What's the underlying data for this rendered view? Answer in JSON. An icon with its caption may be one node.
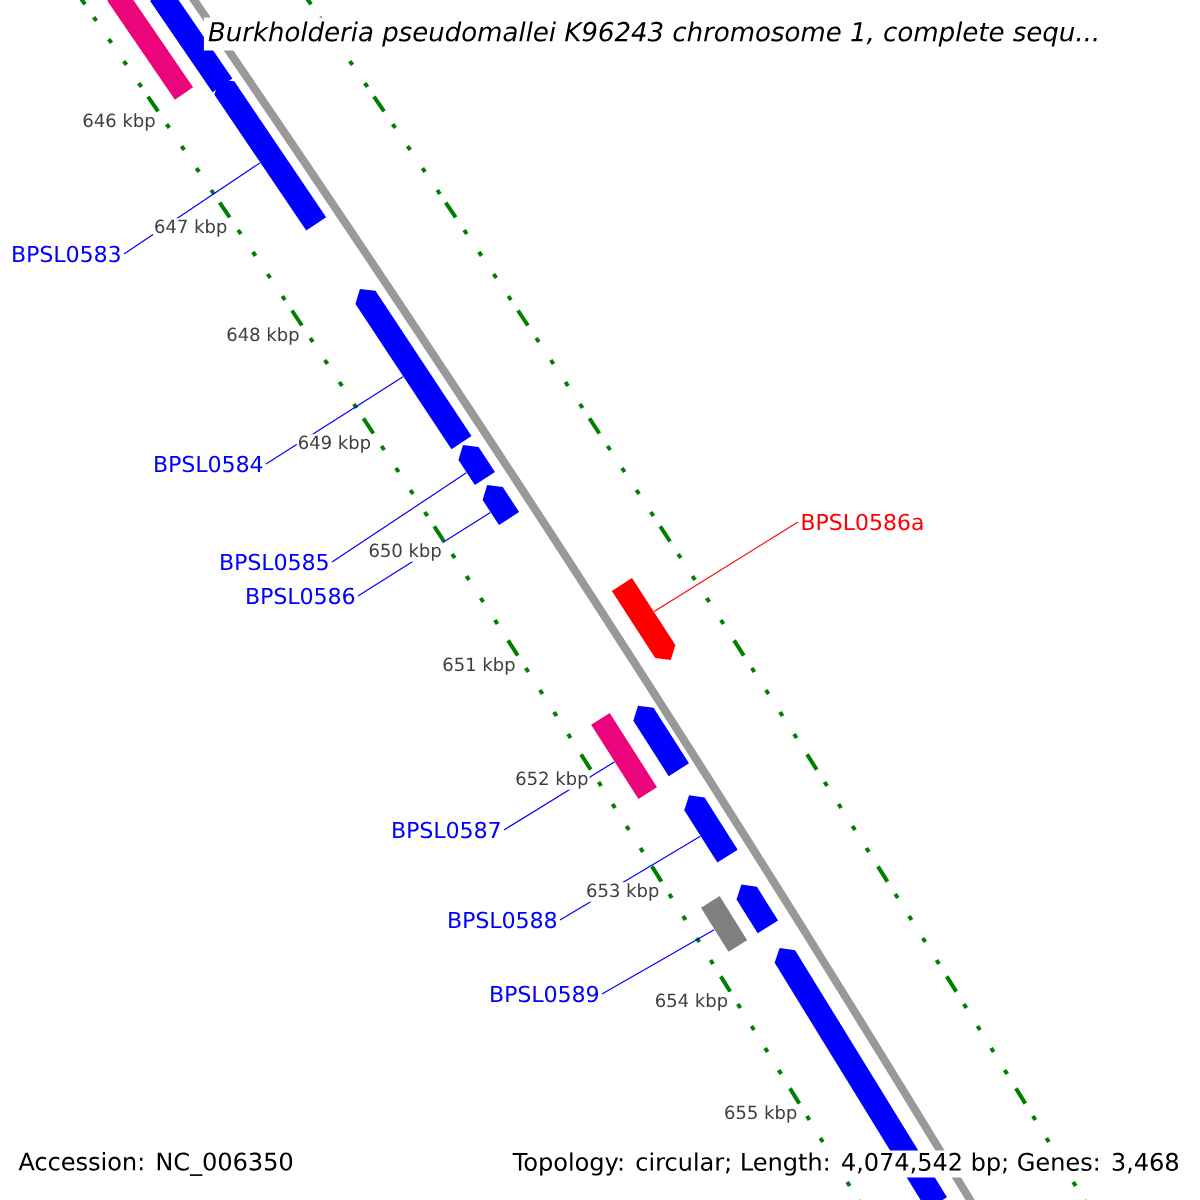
{
  "diagram": {
    "title": "*Burkholderia pseudomallei* K96243 chromosome 1, complete sequ...",
    "nodes": [
      {
        "text": [
          "BPSL0583"
        ]
      },
      {
        "text": [
          "BPSL0584"
        ]
      },
      {
        "text": [
          "BPSL0585"
        ]
      },
      {
        "text": [
          "BPSL0586"
        ]
      },
      {
        "text": [
          "BPSL0586a"
        ]
      },
      {
        "text": [
          "BPSL0587"
        ]
      },
      {
        "text": [
          "BPSL0588"
        ]
      },
      {
        "text": [
          "BPSL0589"
        ]
      },
      {
        "text": [],
        "shape": "arrow"
      },
      {
        "text": [],
        "shape": "arrow"
      },
      {
        "text": [],
        "shape": "arrow"
      },
      {
        "text": [],
        "shape": "arrow"
      },
      {
        "text": [],
        "shape": "arrow"
      },
      {
        "text": [],
        "shape": "box"
      },
      {
        "text": [],
        "shape": "arrow"
      },
      {
        "text": [],
        "shape": "box"
      },
      {
        "text": [],
        "shape": "arrow"
      },
      {
        "text": [],
        "shape": "box"
      },
      {
        "text": [],
        "shape": "arrow"
      },
      {
        "text": [],
        "shape": "arrow"
      },
      {
        "text": [],
        "shape": "arrow"
      }
    ],
    "edges": [
      {
        "from": 0,
        "to": 8,
        "arrow": "none"
      },
      {
        "from": 1,
        "to": 9,
        "arrow": "none"
      },
      {
        "from": 2,
        "to": 10,
        "arrow": "none"
      },
      {
        "from": 3,
        "to": 11,
        "arrow": "none"
      },
      {
        "from": 4,
        "to": 12,
        "arrow": "none",
        "color": "#ff0000"
      },
      {
        "from": 5,
        "to": 13,
        "arrow": "none"
      },
      {
        "from": 6,
        "to": 14,
        "arrow": "none"
      },
      {
        "from": 7,
        "to": 15,
        "arrow": "none"
      }
    ],
    "labels": [
      "646 kbp",
      "647 kbp",
      "648 kbp",
      "649 kbp",
      "650 kbp",
      "651 kbp",
      "652 kbp",
      "653 kbp",
      "654 kbp",
      "655 kbp",
      "Accession: NC_006350",
      "Topology: circular; Length: 4,074,542 bp; Genes: 3,468"
    ]
  }
}
